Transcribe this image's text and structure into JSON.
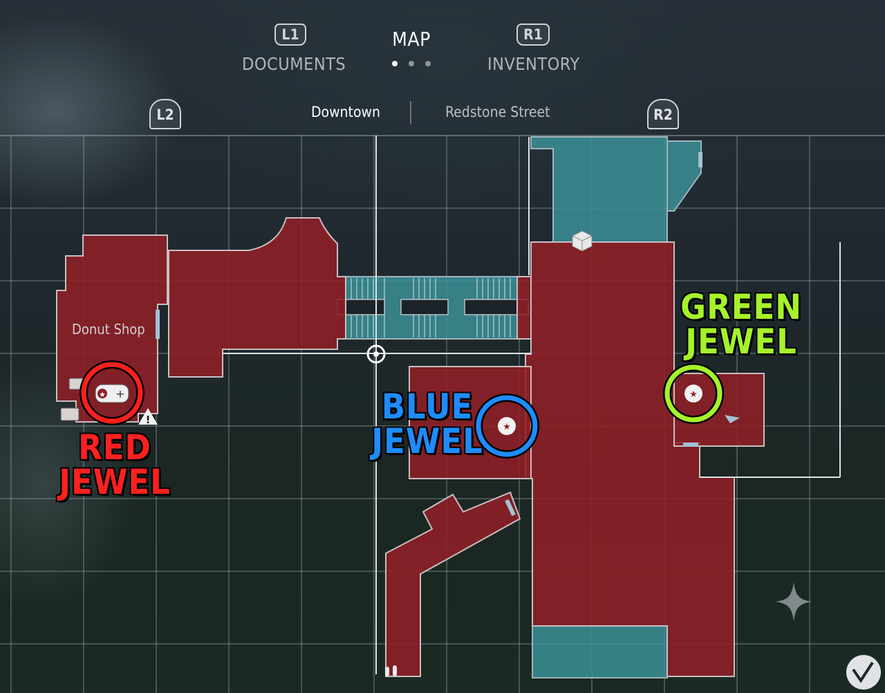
{
  "header": {
    "tabs": [
      {
        "button": "L1",
        "label": "DOCUMENTS"
      },
      {
        "label": "MAP",
        "active": true
      },
      {
        "button": "R1",
        "label": "INVENTORY"
      }
    ],
    "page_dots": 3,
    "active_dot": 0
  },
  "area_selector": {
    "prev_button": "L2",
    "next_button": "R2",
    "current_area": "Downtown",
    "next_area": "Redstone Street"
  },
  "map": {
    "room_label": "Donut Shop",
    "colors": {
      "explored_room": "#8f1f27",
      "cleared_room": "#3b8f96",
      "grid_line": "#a7b4bd"
    }
  },
  "annotations": {
    "red_jewel": {
      "line1": "RED",
      "line2": "JEWEL",
      "color": "#ff2020"
    },
    "blue_jewel": {
      "line1": "BLUE",
      "line2": "JEWEL",
      "color": "#1e8cff"
    },
    "green_jewel": {
      "line1": "GREEN",
      "line2": "JEWEL",
      "color": "#a6f22a"
    }
  },
  "icons": [
    "map-marker-star-icon",
    "player-location-icon",
    "supply-crate-icon",
    "item-box-icon",
    "warning-icon",
    "ammo-icon",
    "compass-star-icon",
    "dialog-icon"
  ]
}
